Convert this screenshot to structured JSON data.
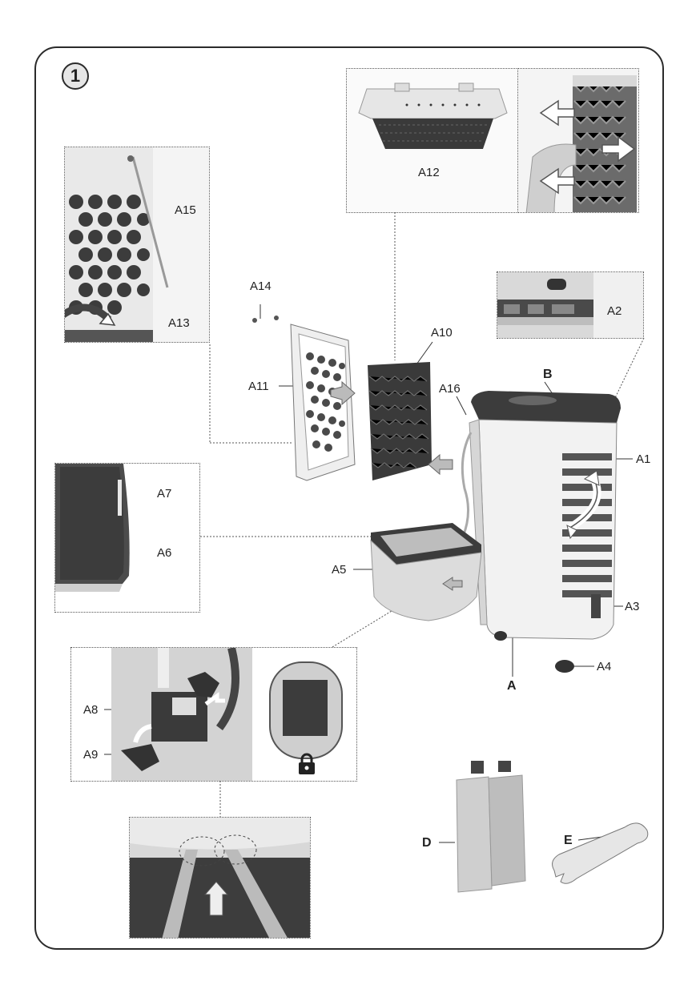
{
  "step_number": "1",
  "labels": {
    "A": "A",
    "B": "B",
    "D": "D",
    "E": "E",
    "A1": "A1",
    "A2": "A2",
    "A3": "A3",
    "A4": "A4",
    "A5": "A5",
    "A6": "A6",
    "A7": "A7",
    "A8": "A8",
    "A9": "A9",
    "A10": "A10",
    "A11": "A11",
    "A12": "A12",
    "A13": "A13",
    "A14": "A14",
    "A15": "A15",
    "A16": "A16"
  },
  "icons": [
    "lock-icon",
    "rotate-arrow-icon",
    "insert-arrow-icon",
    "up-arrow-icon"
  ],
  "colors": {
    "frame": "#2b2b2b",
    "photo_bg": "#d9d9d9",
    "dark_panel": "#4a4a4a"
  }
}
